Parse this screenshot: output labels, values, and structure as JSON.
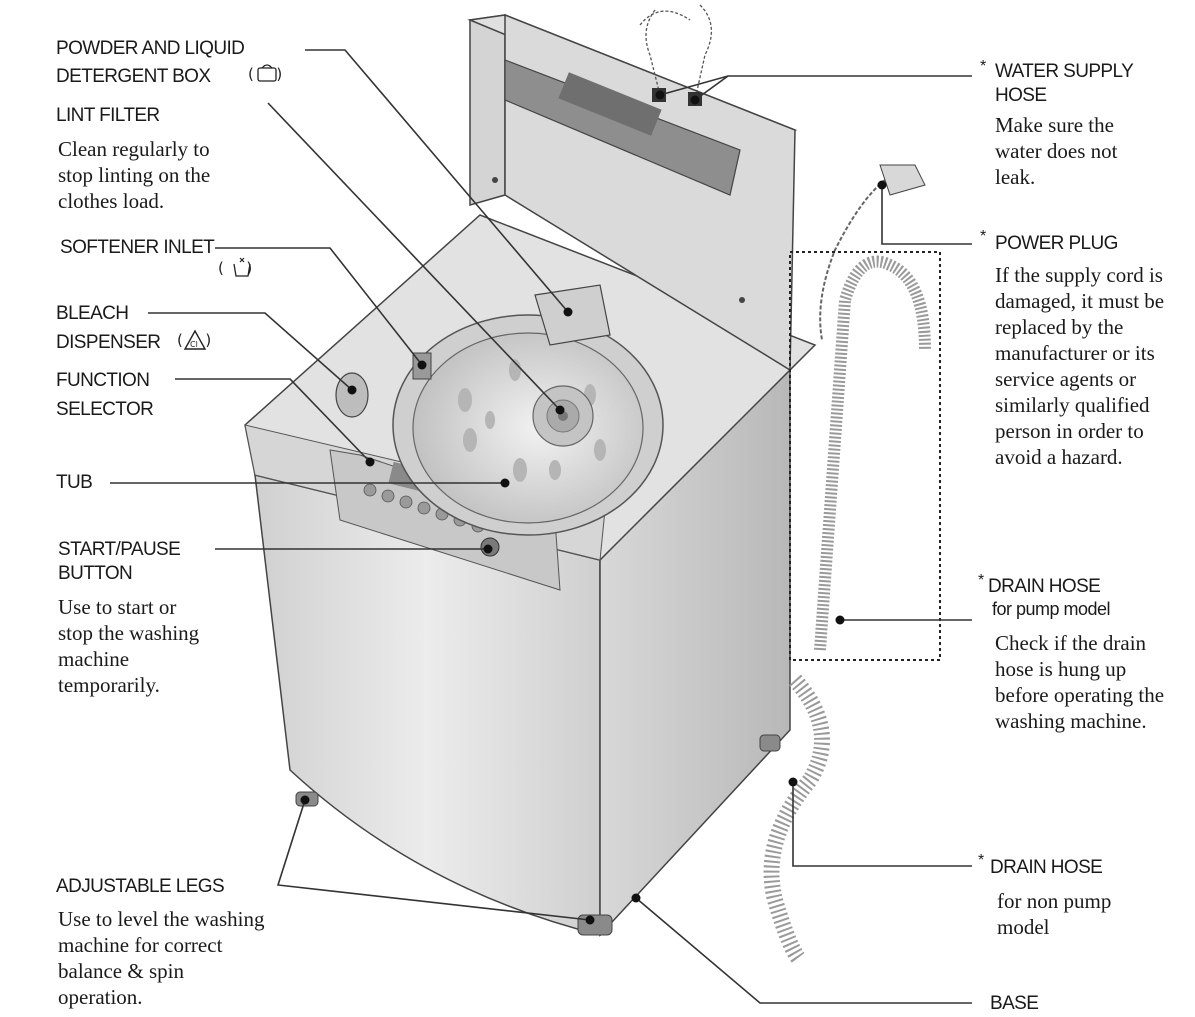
{
  "labels": {
    "detergent_box": {
      "line1": "POWDER AND LIQUID",
      "line2": "DETERGENT BOX"
    },
    "lint_filter": {
      "title": "LINT FILTER",
      "desc": "Clean regularly to\nstop linting on the\nclothes load."
    },
    "softener_inlet": {
      "title": "SOFTENER INLET"
    },
    "bleach_dispenser": {
      "line1": "BLEACH",
      "line2": "DISPENSER"
    },
    "function_selector": {
      "line1": "FUNCTION",
      "line2": "SELECTOR"
    },
    "tub": {
      "title": "TUB"
    },
    "start_pause": {
      "line1": "START/PAUSE",
      "line2": "BUTTON",
      "desc": "Use to start or\nstop the washing\nmachine\ntemporarily."
    },
    "adjustable_legs": {
      "title": "ADJUSTABLE LEGS",
      "desc": "Use to level the washing\nmachine for correct\nbalance & spin\noperation."
    },
    "water_supply_hose": {
      "star": "*",
      "line1": "WATER SUPPLY",
      "line2": "HOSE",
      "desc": "Make sure the\nwater does not\nleak."
    },
    "power_plug": {
      "star": "*",
      "title": "POWER PLUG",
      "desc": "If the supply cord is\ndamaged, it must be\nreplaced by the\nmanufacturer or its\nservice agents or\nsimilarly qualified\nperson in order to\navoid a hazard."
    },
    "drain_hose_pump": {
      "star": "*",
      "title": "DRAIN HOSE",
      "subtitle": "for pump model",
      "desc": "Check if the drain\nhose is hung up\nbefore operating the\nwashing machine."
    },
    "drain_hose_non_pump": {
      "star": "*",
      "title": "DRAIN HOSE",
      "desc": "for non pump\nmodel"
    },
    "base": {
      "title": "BASE"
    }
  },
  "icons": {
    "detergent_symbol": "detergent-box-icon",
    "softener_symbol": "softener-icon",
    "bleach_symbol": "bleach-icon"
  },
  "colors": {
    "line": "#333333",
    "machine_body": "#e4e4e4",
    "machine_shade": "#c9c9c9",
    "text": "#1a1a1a"
  }
}
